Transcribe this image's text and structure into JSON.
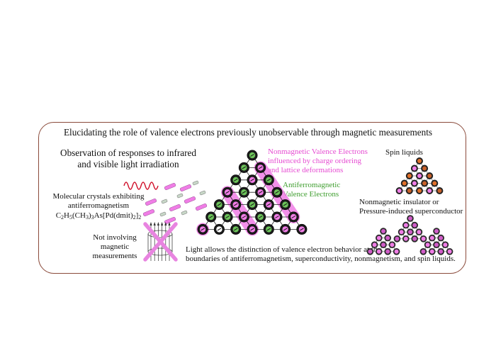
{
  "title": "Elucidating the role of valence electrons previously unobservable through magnetic measurements",
  "observation": [
    "Observation of responses to infrared",
    "and visible light irradiation"
  ],
  "molecular": [
    "Molecular crystals exhibiting",
    "antiferromagnetism"
  ],
  "formula": {
    "parts": [
      {
        "t": "C",
        "s": "n"
      },
      {
        "t": "2",
        "s": "sub"
      },
      {
        "t": "H",
        "s": "n"
      },
      {
        "t": "5",
        "s": "sub"
      },
      {
        "t": "(CH",
        "s": "n"
      },
      {
        "t": "3",
        "s": "sub"
      },
      {
        "t": ")",
        "s": "n"
      },
      {
        "t": "3",
        "s": "sub"
      },
      {
        "t": "As[Pd(dmit)",
        "s": "n"
      },
      {
        "t": "2",
        "s": "sub"
      },
      {
        "t": "]",
        "s": "n"
      },
      {
        "t": "2",
        "s": "sub"
      }
    ]
  },
  "not_involving": [
    "Not involving",
    "magnetic",
    "measurements"
  ],
  "nonmagnetic_valence": [
    "Nonmagnetic Valence Electrons",
    "influenced by charge ordering",
    "and lattice deformations"
  ],
  "afm_valence": [
    "Antiferromagnetic",
    "Valence Electrons"
  ],
  "spin_liquids": "Spin liquids",
  "insulator": [
    "Nonmagnetic insulator or",
    "Pressure-induced superconductor"
  ],
  "light_allows": [
    "Light allows the distinction of valence electron behavior at the",
    "boundaries of antiferromagnetism, superconductivity, nonmagnetism, and spin liquids."
  ],
  "colors": {
    "frame": "#8a4a3a",
    "pink_text": "#e64bd2",
    "green_text": "#3f9e2f",
    "wave": "#d0102a",
    "cross": "#e884e0",
    "pink_fill": "#f07de6",
    "orange": "#e0702a"
  },
  "icons": [
    "infrared-light-wave-icon",
    "crystal-molecules-icon",
    "magnetometer-crossed-icon",
    "triangular-lattice-icon",
    "spin-liquid-lattice-icon",
    "superconductor-lattice-icon"
  ]
}
